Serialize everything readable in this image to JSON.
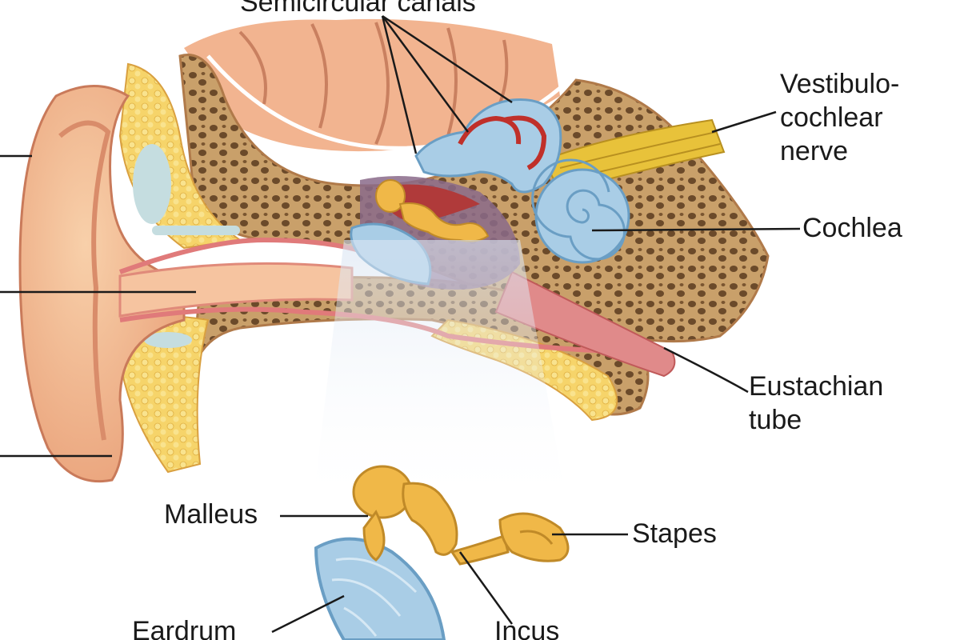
{
  "labels": {
    "semicircular_canals": "Semicircular canals",
    "vestibulocochlear_nerve": [
      "Vestibulo-",
      "cochlear",
      "nerve"
    ],
    "cochlea": "Cochlea",
    "eustachian_tube": [
      "Eustachian",
      "tube"
    ],
    "malleus": "Malleus",
    "stapes": "Stapes",
    "eardrum": "Eardrum",
    "incus": "Incus"
  },
  "colors": {
    "skin": "#f2b88c",
    "skin_dark": "#d98c6a",
    "cartilage": "#f6d46a",
    "bone": "#c9a06a",
    "bone_pore": "#6b4a2a",
    "inner_ear": "#a9cde6",
    "inner_ear_red": "#c0302a",
    "ossicle": "#f0b848",
    "nerve": "#e8c23a",
    "tympanic_cavity": "#8a6a8a",
    "brain": "#f2b490",
    "leader": "#1a1a1a"
  }
}
